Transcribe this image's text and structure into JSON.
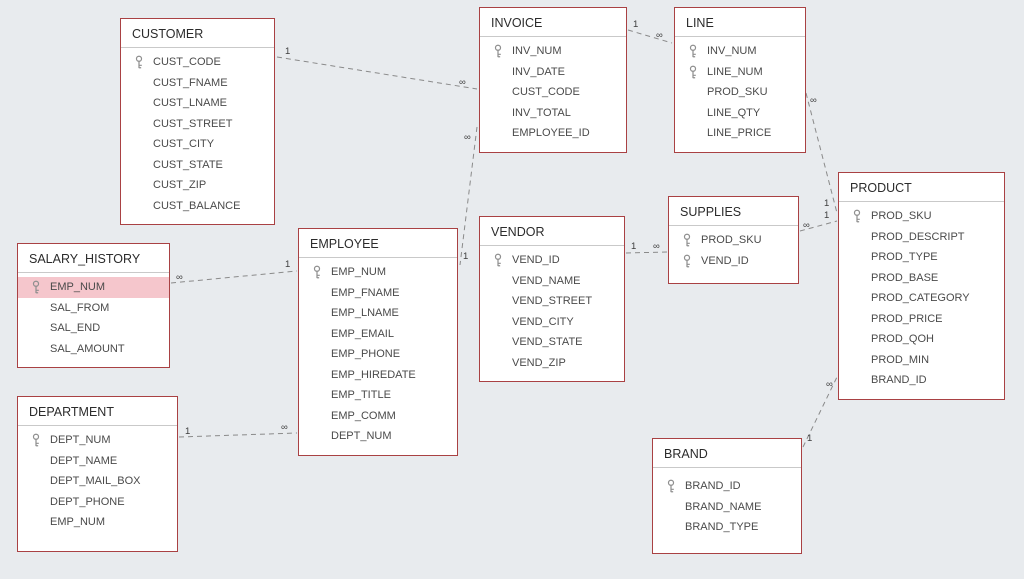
{
  "diagram": {
    "colors": {
      "canvas_bg": "#e8ebee",
      "table_border": "#a94143",
      "selected_row_bg": "#f5c6cc",
      "relationship_line": "#8a8a8a"
    },
    "tables": [
      {
        "name": "CUSTOMER",
        "fields": [
          {
            "name": "CUST_CODE",
            "key": true
          },
          {
            "name": "CUST_FNAME"
          },
          {
            "name": "CUST_LNAME"
          },
          {
            "name": "CUST_STREET"
          },
          {
            "name": "CUST_CITY"
          },
          {
            "name": "CUST_STATE"
          },
          {
            "name": "CUST_ZIP"
          },
          {
            "name": "CUST_BALANCE"
          }
        ]
      },
      {
        "name": "INVOICE",
        "fields": [
          {
            "name": "INV_NUM",
            "key": true
          },
          {
            "name": "INV_DATE"
          },
          {
            "name": "CUST_CODE"
          },
          {
            "name": "INV_TOTAL"
          },
          {
            "name": "EMPLOYEE_ID"
          }
        ]
      },
      {
        "name": "LINE",
        "fields": [
          {
            "name": "INV_NUM",
            "key": true
          },
          {
            "name": "LINE_NUM",
            "key": true
          },
          {
            "name": "PROD_SKU"
          },
          {
            "name": "LINE_QTY"
          },
          {
            "name": "LINE_PRICE"
          }
        ]
      },
      {
        "name": "PRODUCT",
        "fields": [
          {
            "name": "PROD_SKU",
            "key": true
          },
          {
            "name": "PROD_DESCRIPT"
          },
          {
            "name": "PROD_TYPE"
          },
          {
            "name": "PROD_BASE"
          },
          {
            "name": "PROD_CATEGORY"
          },
          {
            "name": "PROD_PRICE"
          },
          {
            "name": "PROD_QOH"
          },
          {
            "name": "PROD_MIN"
          },
          {
            "name": "BRAND_ID"
          }
        ]
      },
      {
        "name": "SUPPLIES",
        "fields": [
          {
            "name": "PROD_SKU",
            "key": true
          },
          {
            "name": "VEND_ID",
            "key": true
          }
        ]
      },
      {
        "name": "VENDOR",
        "fields": [
          {
            "name": "VEND_ID",
            "key": true
          },
          {
            "name": "VEND_NAME"
          },
          {
            "name": "VEND_STREET"
          },
          {
            "name": "VEND_CITY"
          },
          {
            "name": "VEND_STATE"
          },
          {
            "name": "VEND_ZIP"
          }
        ]
      },
      {
        "name": "EMPLOYEE",
        "fields": [
          {
            "name": "EMP_NUM",
            "key": true
          },
          {
            "name": "EMP_FNAME"
          },
          {
            "name": "EMP_LNAME"
          },
          {
            "name": "EMP_EMAIL"
          },
          {
            "name": "EMP_PHONE"
          },
          {
            "name": "EMP_HIREDATE"
          },
          {
            "name": "EMP_TITLE"
          },
          {
            "name": "EMP_COMM"
          },
          {
            "name": "DEPT_NUM"
          }
        ]
      },
      {
        "name": "SALARY_HISTORY",
        "fields": [
          {
            "name": "EMP_NUM",
            "key": true,
            "selected": true
          },
          {
            "name": "SAL_FROM"
          },
          {
            "name": "SAL_END"
          },
          {
            "name": "SAL_AMOUNT"
          }
        ]
      },
      {
        "name": "DEPARTMENT",
        "fields": [
          {
            "name": "DEPT_NUM",
            "key": true
          },
          {
            "name": "DEPT_NAME"
          },
          {
            "name": "DEPT_MAIL_BOX"
          },
          {
            "name": "DEPT_PHONE"
          },
          {
            "name": "EMP_NUM"
          }
        ]
      },
      {
        "name": "BRAND",
        "fields": [
          {
            "name": "BRAND_ID",
            "key": true
          },
          {
            "name": "BRAND_NAME"
          },
          {
            "name": "BRAND_TYPE"
          }
        ]
      }
    ],
    "relationships": [
      {
        "from": "CUSTOMER",
        "to": "INVOICE",
        "from_card": "1",
        "to_card": "∞"
      },
      {
        "from": "INVOICE",
        "to": "LINE",
        "from_card": "1",
        "to_card": "∞"
      },
      {
        "from": "EMPLOYEE",
        "to": "INVOICE",
        "from_card": "1",
        "to_card": "∞"
      },
      {
        "from": "EMPLOYEE",
        "to": "SALARY_HISTORY",
        "from_card": "1",
        "to_card": "∞"
      },
      {
        "from": "DEPARTMENT",
        "to": "EMPLOYEE",
        "from_card": "1",
        "to_card": "∞"
      },
      {
        "from": "VENDOR",
        "to": "SUPPLIES",
        "from_card": "1",
        "to_card": "∞"
      },
      {
        "from": "PRODUCT",
        "to": "SUPPLIES",
        "from_card": "1",
        "to_card": "∞"
      },
      {
        "from": "PRODUCT",
        "to": "LINE",
        "from_card": "1",
        "to_card": "∞"
      },
      {
        "from": "BRAND",
        "to": "PRODUCT",
        "from_card": "1",
        "to_card": "∞"
      }
    ]
  }
}
